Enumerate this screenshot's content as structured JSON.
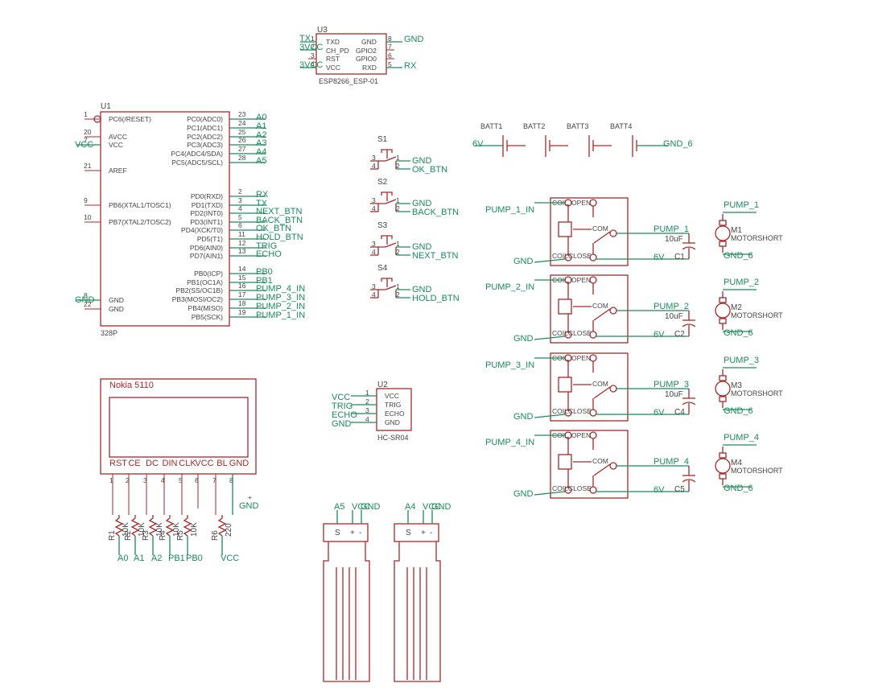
{
  "u3": {
    "ref": "U3",
    "name": "ESP8266_ESP-01",
    "pins_left": [
      "TXD",
      "CH_PD",
      "RST",
      "VCC"
    ],
    "nums_left": [
      "1",
      "2",
      "3",
      "4"
    ],
    "pins_right": [
      "GND",
      "GPIO2",
      "GPIO0",
      "RXD"
    ],
    "nums_right": [
      "8",
      "7",
      "6",
      "5"
    ],
    "nets": {
      "tx": "TX",
      "vcc1": "3VCC",
      "vcc2": "3VCC",
      "gnd": "GND",
      "rx": "RX"
    }
  },
  "u1": {
    "ref": "U1",
    "name": "328P",
    "left_pins": [
      {
        "num": "1",
        "name": "PC6(/RESET)",
        "net": ""
      },
      {
        "num": "20",
        "name": "AVCC",
        "net": ""
      },
      {
        "num": "7",
        "name": "VCC",
        "net": "VCC"
      },
      {
        "num": "21",
        "name": "AREF",
        "net": ""
      },
      {
        "num": "9",
        "name": "PB6(XTAL1/TOSC1)",
        "net": ""
      },
      {
        "num": "10",
        "name": "PB7(XTAL2/TOSC2)",
        "net": ""
      },
      {
        "num": "8",
        "name": "GND",
        "net": "GND"
      },
      {
        "num": "22",
        "name": "GND",
        "net": ""
      }
    ],
    "right_pins": [
      {
        "num": "23",
        "name": "PC0(ADC0)",
        "net": "A0"
      },
      {
        "num": "24",
        "name": "PC1(ADC1)",
        "net": "A1"
      },
      {
        "num": "25",
        "name": "PC2(ADC2)",
        "net": "A2"
      },
      {
        "num": "26",
        "name": "PC3(ADC3)",
        "net": "A3"
      },
      {
        "num": "27",
        "name": "PC4(ADC4/SDA)",
        "net": "A4"
      },
      {
        "num": "28",
        "name": "PC5(ADC5/SCL)",
        "net": "A5"
      },
      {
        "num": "2",
        "name": "PD0(RXD)",
        "net": "RX"
      },
      {
        "num": "3",
        "name": "PD1(TXD)",
        "net": "TX"
      },
      {
        "num": "4",
        "name": "PD2(INT0)",
        "net": "NEXT_BTN"
      },
      {
        "num": "5",
        "name": "PD3(INT1)",
        "net": "BACK_BTN"
      },
      {
        "num": "6",
        "name": "PD4(XCK/T0)",
        "net": "OK_BTN"
      },
      {
        "num": "11",
        "name": "PD5(T1)",
        "net": "HOLD_BTN"
      },
      {
        "num": "12",
        "name": "PD6(AIN0)",
        "net": "TRIG"
      },
      {
        "num": "13",
        "name": "PD7(AIN1)",
        "net": "ECHO"
      },
      {
        "num": "14",
        "name": "PB0(ICP)",
        "net": "PB0"
      },
      {
        "num": "15",
        "name": "PB1(OC1A)",
        "net": "PB1"
      },
      {
        "num": "16",
        "name": "PB2(SS/OC1B)",
        "net": "PUMP_4_IN"
      },
      {
        "num": "17",
        "name": "PB3(MOSI/OC2)",
        "net": "PUMP_3_IN"
      },
      {
        "num": "18",
        "name": "PB4(MISO)",
        "net": "PUMP_2_IN"
      },
      {
        "num": "19",
        "name": "PB5(SCK)",
        "net": "PUMP_1_IN"
      }
    ]
  },
  "switches": [
    {
      "ref": "S1",
      "net_a": "GND",
      "net_b": "OK_BTN"
    },
    {
      "ref": "S2",
      "net_a": "GND",
      "net_b": "BACK_BTN"
    },
    {
      "ref": "S3",
      "net_a": "GND",
      "net_b": "NEXT_BTN"
    },
    {
      "ref": "S4",
      "net_a": "GND",
      "net_b": "HOLD_BTN"
    }
  ],
  "switch_pins": [
    "3",
    "4",
    "1",
    "2"
  ],
  "battery": {
    "labels": [
      "BATT1",
      "BATT2",
      "BATT3",
      "BATT4"
    ],
    "net_pos": "6V",
    "net_neg": "GND_6"
  },
  "relays": [
    {
      "in": "PUMP_1_IN",
      "gnd": "GND",
      "out": "PUMP_1",
      "cap_ref": "C1",
      "cap_val": "10uF",
      "v": "6V"
    },
    {
      "in": "PUMP_2_IN",
      "gnd": "GND",
      "out": "PUMP_2",
      "cap_ref": "C2",
      "cap_val": "10uF",
      "v": "6V"
    },
    {
      "in": "PUMP_3_IN",
      "gnd": "GND",
      "out": "PUMP_3",
      "cap_ref": "C4",
      "cap_val": "10uF",
      "v": "6V"
    },
    {
      "in": "PUMP_4_IN",
      "gnd": "GND",
      "out": "PUMP_4",
      "cap_ref": "C5",
      "cap_val": "",
      "v": "6V"
    }
  ],
  "relay_pins": {
    "open": "OPEN",
    "com": "COM",
    "close": "CLOSE",
    "coil": "COIL"
  },
  "motors": [
    {
      "ref": "M1",
      "name": "MOTORSHORT",
      "net_top": "PUMP_1",
      "net_bot": "GND_6"
    },
    {
      "ref": "M2",
      "name": "MOTORSHORT",
      "net_top": "PUMP_2",
      "net_bot": "GND_6"
    },
    {
      "ref": "M3",
      "name": "MOTORSHORT",
      "net_top": "PUMP_3",
      "net_bot": "GND_6"
    },
    {
      "ref": "M4",
      "name": "MOTORSHORT",
      "net_top": "PUMP_4",
      "net_bot": "GND_6"
    }
  ],
  "lcd": {
    "title": "Nokia 5110",
    "pins": [
      "RST",
      "CE",
      "DC",
      "DIN",
      "CLK",
      "VCC",
      "BL",
      "GND"
    ],
    "nums": [
      "1",
      "2",
      "3",
      "4",
      "5",
      "6",
      "7",
      "8"
    ],
    "gnd_net": "GND",
    "plus": "+"
  },
  "resistors": [
    {
      "ref": "R1",
      "val": "10K",
      "net": "A0"
    },
    {
      "ref": "R2",
      "val": "10K",
      "net": "A1"
    },
    {
      "ref": "R3",
      "val": "10K",
      "net": "A2"
    },
    {
      "ref": "R4",
      "val": "10K",
      "net": "PB1"
    },
    {
      "ref": "R5",
      "val": "10K",
      "net": "PB0"
    },
    {
      "ref": "R6",
      "val": "220",
      "net": "VCC"
    }
  ],
  "u2": {
    "ref": "U2",
    "name": "HC-SR04",
    "pins": [
      "VCC",
      "TRIG",
      "ECHO",
      "GND"
    ],
    "nums": [
      "1",
      "2",
      "3",
      "4"
    ],
    "nets": [
      "VCC",
      "TRIG",
      "ECHO",
      "GND"
    ]
  },
  "probes": [
    {
      "s_net": "A5",
      "vcc_net": "VCC",
      "gnd_net": "GND",
      "pins": [
        "S",
        "+",
        "-"
      ]
    },
    {
      "s_net": "A4",
      "vcc_net": "VCC",
      "gnd_net": "GND",
      "pins": [
        "S",
        "+",
        "-"
      ]
    }
  ]
}
